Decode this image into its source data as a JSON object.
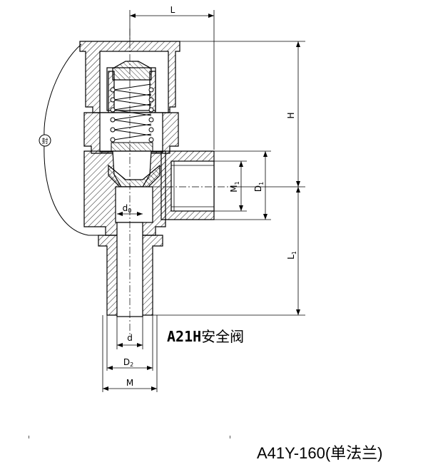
{
  "title": {
    "model": "A21H",
    "name": "安全阀"
  },
  "caption": "A41Y-160(单法兰)",
  "seal_label": "封",
  "dimensions": {
    "L": "L",
    "H": "H",
    "L1": "L",
    "L1_sub": "1",
    "M1": "M",
    "M1_sub": "1",
    "D1": "D",
    "D1_sub": "1",
    "d0": "d",
    "d0_sub": "0",
    "d": "d",
    "D2": "D",
    "D2_sub": "2",
    "M": "M"
  }
}
